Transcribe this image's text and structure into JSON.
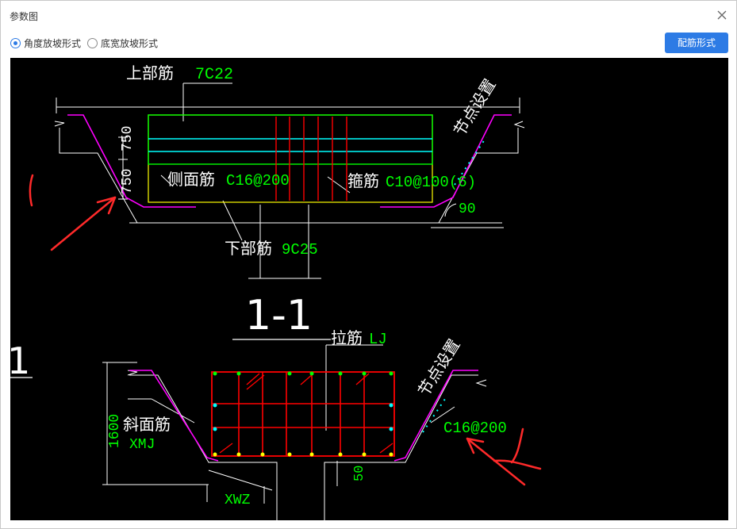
{
  "dialog": {
    "title": "参数图",
    "close_icon": "close-icon"
  },
  "options": {
    "items": [
      {
        "label": "角度放坡形式",
        "checked": true
      },
      {
        "label": "底宽放坡形式",
        "checked": false
      }
    ]
  },
  "toolbar": {
    "rebar_button_label": "配筋形式"
  },
  "drawing": {
    "top_rebar_label": "上部筋",
    "top_rebar_value": "7C22",
    "node_setting_label": "节点设置",
    "dim_750_a": "750",
    "dim_750_b": "750",
    "side_rebar_label": "侧面筋",
    "side_rebar_value": "C16@200",
    "stirrup_label": "箍筋",
    "stirrup_value": "C10@100(6)",
    "angle_90": "90",
    "bottom_rebar_label": "下部筋",
    "bottom_rebar_value": "9C25",
    "section_title": "1-1",
    "section_edge_mark": "1",
    "tie_bar_label": "拉筋",
    "tie_bar_value": "LJ",
    "node_setting_label_2": "节点设置",
    "dim_1600": "1600",
    "slope_rebar_label": "斜面筋",
    "slope_rebar_value": "XMJ",
    "slope_spacing_value": "C16@200",
    "xwz_label": "XWZ",
    "dim_50": "50",
    "colors": {
      "background": "#000000",
      "white": "#ffffff",
      "green": "#00ff00",
      "red": "#ff0000",
      "magenta": "#ff00ff",
      "cyan": "#00ffff",
      "yellow": "#ffff00",
      "annotation_red": "#ff2a2a"
    }
  }
}
